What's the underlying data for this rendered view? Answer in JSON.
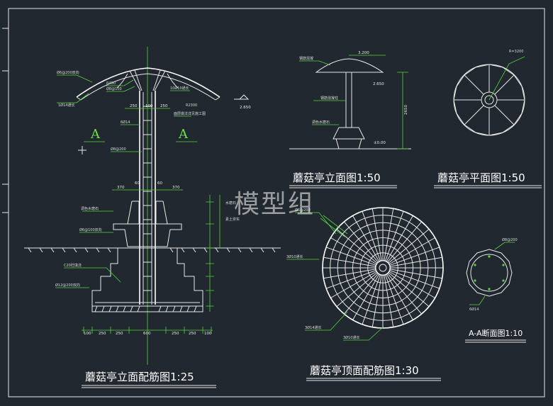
{
  "title_elevation_rebar": "蘑菇亭立面配筋图1:25",
  "title_elevation": "蘑菇亭立面图1:50",
  "title_plan": "蘑菇亭平面图1:50",
  "title_roof_rebar": "蘑菇亭顶面配筋图1:30",
  "title_section": "A-A断面图1:10",
  "watermark": "模型组",
  "section_mark_left": "A",
  "section_mark_right": "A",
  "colors": {
    "background": "#212830",
    "dimension": "#55d43c",
    "drawing": "#e8e8e8"
  },
  "annotations": {
    "rebar_top": "Ø6@200双向",
    "r450": "R450",
    "tie_top": "Ø8@100",
    "ring_bar": "1Ø14通长",
    "bar_10": "10Ø10通长",
    "r2300": "R2300",
    "waterproof": "面层做法详见施工图",
    "elev_2650": "2.650",
    "bar_6": "6Ø14",
    "stirrup": "Ø8@200",
    "seat_finish": "调色水磨石",
    "seat_rebar": "Ø6@100双向",
    "concrete": "C20砼填浇",
    "base_rebar": "Ø12@200双向",
    "wash_stone": "水磨石",
    "cement_sand": "素土夯实",
    "mini_roof": "钢筋混凝",
    "mini_r": "3.200",
    "mini_col": "钢筋混凝柱",
    "mini_seat": "调色水磨石",
    "mini_elev1": "2.650",
    "mini_elev2": "±0.00",
    "mini_h": "2650",
    "plan_r": "R=3200",
    "roof_a": "Ø6@200",
    "roof_b": "3Ø10通长",
    "roof_c": "3Ø14通长",
    "roof_d": "3Ø10通长",
    "sec_top": "Ø8@200",
    "sec_bottom": "6Ø14"
  },
  "dims_bottom": [
    "100",
    "250",
    "250",
    "600",
    "250",
    "250",
    "100"
  ],
  "dims_col": [
    "370",
    "60",
    "60",
    "370"
  ],
  "dims_top": [
    "250",
    "100",
    "250"
  ]
}
